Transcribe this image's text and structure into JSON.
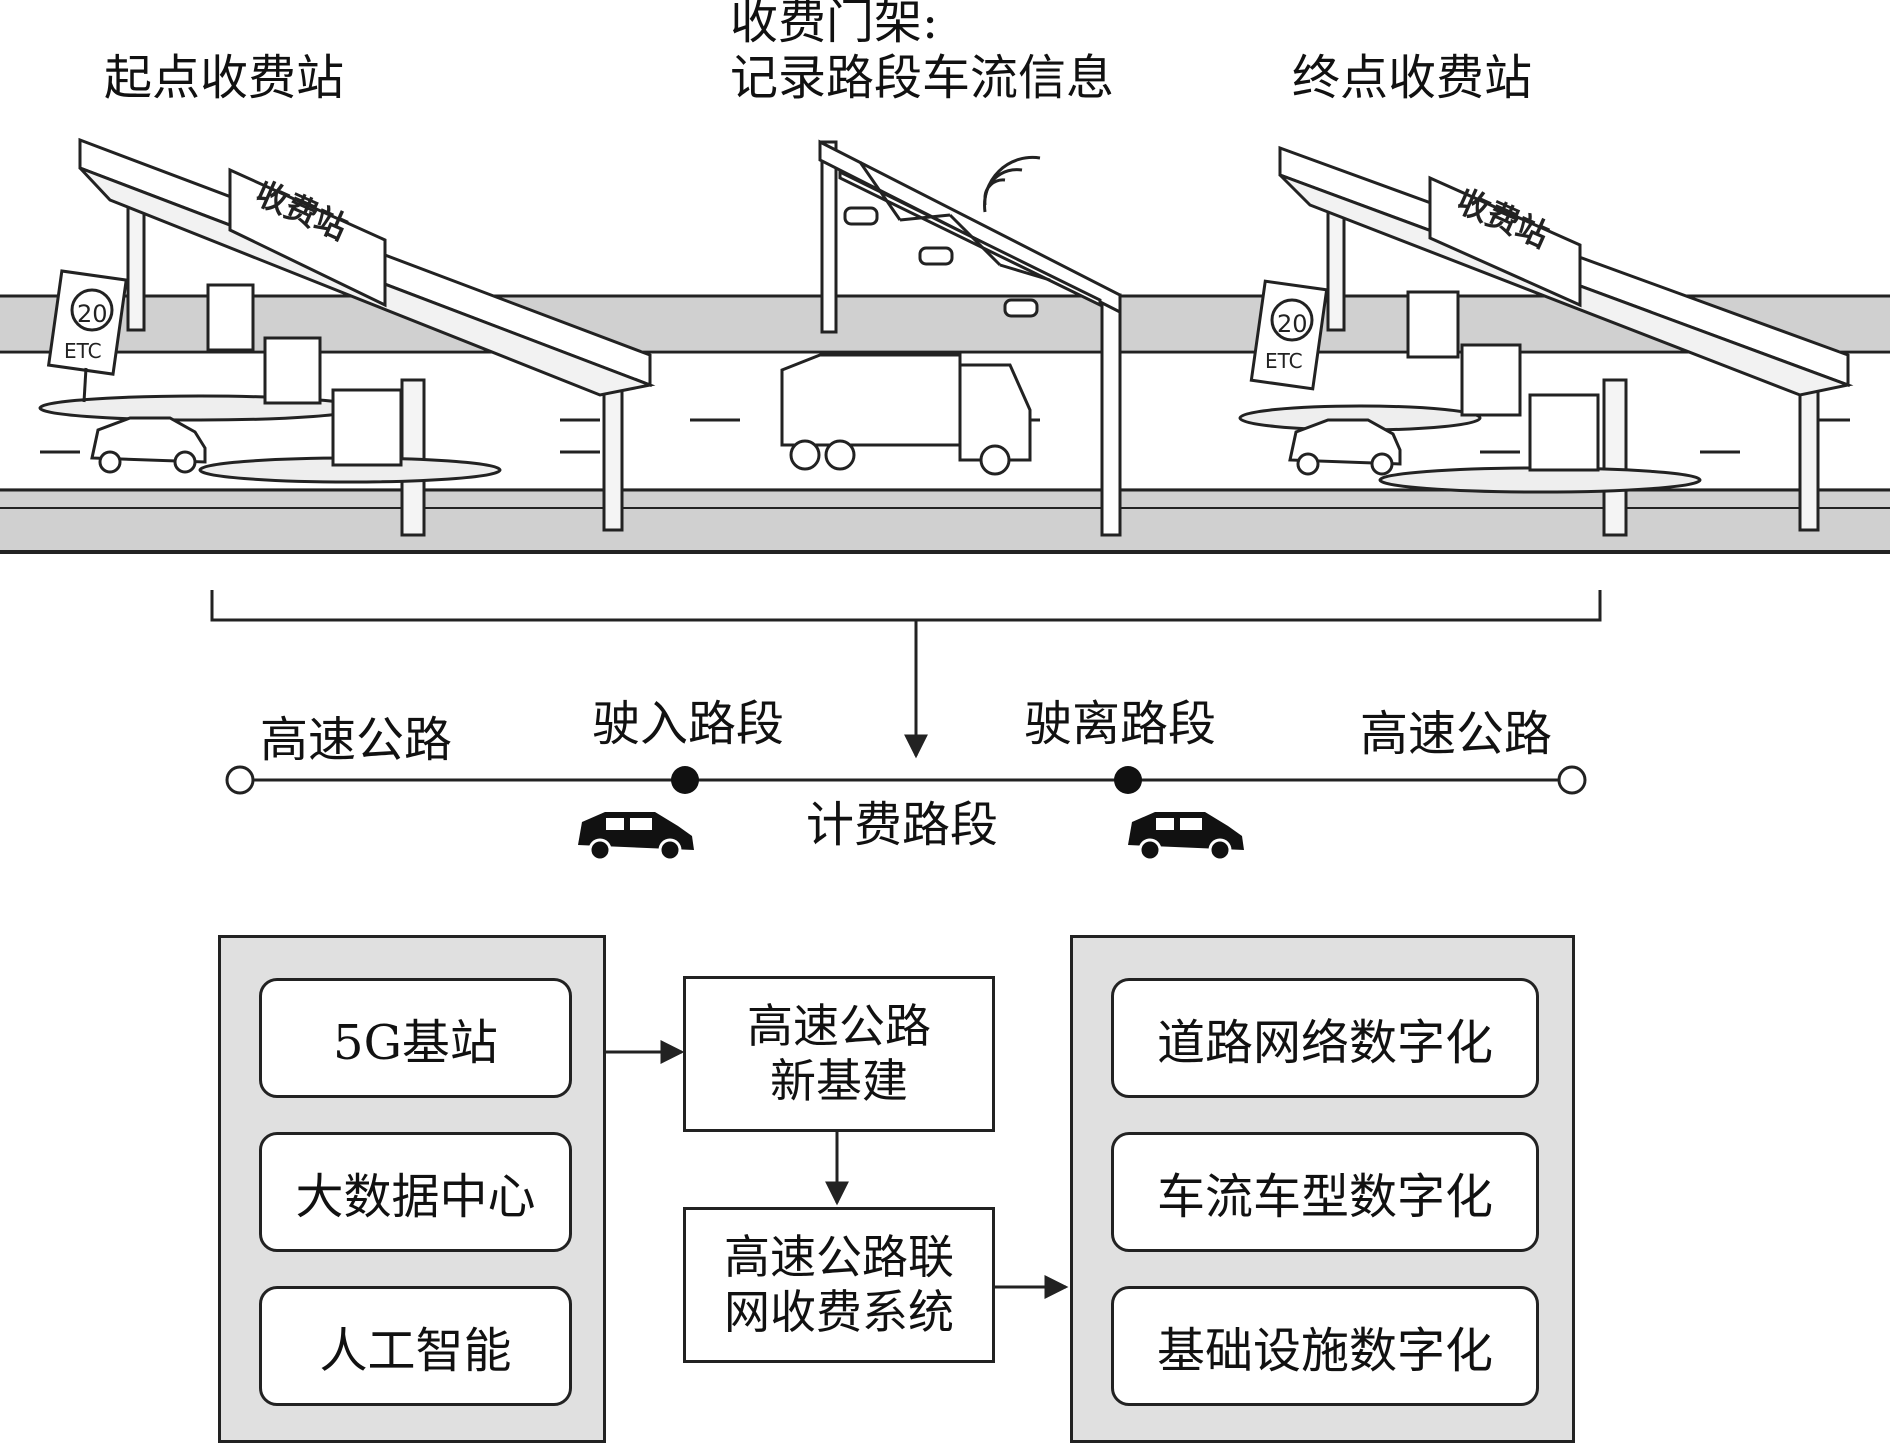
{
  "scene": {
    "start_station": "起点收费站",
    "gantry_title": "收费门架:",
    "gantry_desc": "记录路段车流信息",
    "end_station": "终点收费站",
    "booth_sign": "收费站",
    "speed_limit": "20",
    "etc_sign": "ETC"
  },
  "segment": {
    "highway_left": "高速公路",
    "entry_segment": "驶入路段",
    "exit_segment": "驶离路段",
    "highway_right": "高速公路",
    "billing_segment": "计费路段"
  },
  "tech": {
    "items": [
      "5G基站",
      "大数据中心",
      "人工智能"
    ]
  },
  "core": {
    "new_infra_line1": "高速公路",
    "new_infra_line2": "新基建",
    "toll_system_line1": "高速公路联",
    "toll_system_line2": "网收费系统"
  },
  "outcomes": {
    "items": [
      "道路网络数字化",
      "车流车型数字化",
      "基础设施数字化"
    ]
  },
  "colors": {
    "road_gray": "#d0d0d0",
    "panel_gray": "#e0e0e0",
    "ink": "#222222"
  }
}
